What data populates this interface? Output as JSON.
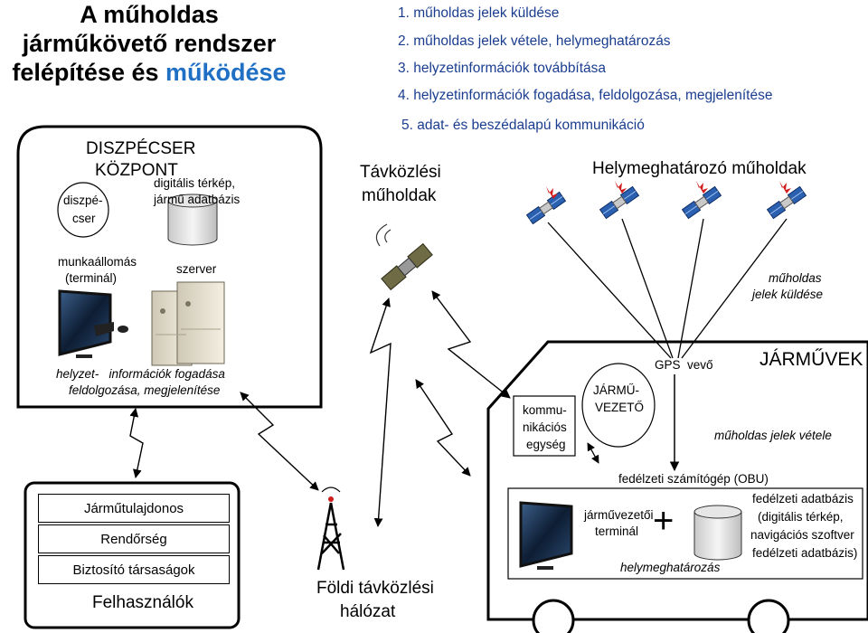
{
  "title": {
    "line1": "A műholdas",
    "line2": "járműkövető rendszer",
    "line3a": "felépítése és",
    "line3b": "működése"
  },
  "steps": [
    "1. műholdas jelek küldése",
    "2. műholdas jelek vétele, helymeghatározás",
    "3. helyzetinformációk továbbítása",
    "4. helyzetinformációk fogadása, feldolgozása, megjelenítése",
    "5. adat- és beszédalapú kommunikáció"
  ],
  "dispatcher": {
    "title_line1": "DISZPÉCSER",
    "title_line2": "KÖZPONT",
    "map_line1": "digitális térkép,",
    "map_line2": "jármű adatbázis",
    "dispatcher_line1": "diszpé-",
    "dispatcher_line2": "cser",
    "workstation_line1": "munkaállomás",
    "workstation_line2": "(terminál)",
    "server": "szerver",
    "processing_line1": "helyzet-   információk fogadása",
    "processing_line2": "feldolgozása, megjelenítése"
  },
  "telecom_sat": {
    "line1": "Távközlési",
    "line2": "műholdak"
  },
  "positioning_sat": {
    "title": "Helymeghatározó műholdak",
    "send_line1": "műholdas",
    "send_line2": "jelek küldése"
  },
  "vehicles": {
    "title": "JÁRMŰVEK",
    "gps": "GPS  vevő",
    "receive": "műholdas jelek vétele",
    "driver_line1": "JÁRMŰ-",
    "driver_line2": "VEZETŐ",
    "comm_line1": "kommu-",
    "comm_line2": "nikációs",
    "comm_line3": "egység",
    "obu": "fedélzeti számítógép (OBU)",
    "terminal_line1": "járművezetői",
    "terminal_line2": "terminál",
    "plus": "+",
    "positioning": "helymeghatározás",
    "db_line1": "fedélzeti adatbázis",
    "db_line2": "(digitális térkép,",
    "db_line3": "navigációs szoftver",
    "db_line4": "fedélzeti adatbázis)"
  },
  "users": {
    "items": [
      "Járműtulajdonos",
      "Rendőrség",
      "Biztosító társaságok"
    ],
    "label": "Felhasználók"
  },
  "ground": {
    "line1": "Földi távközlési",
    "line2": "hálózat"
  },
  "colors": {
    "title_accent": "#1f6fc4",
    "steps": "#1a3d8f",
    "satellite_panel": "#2b5fb0"
  }
}
